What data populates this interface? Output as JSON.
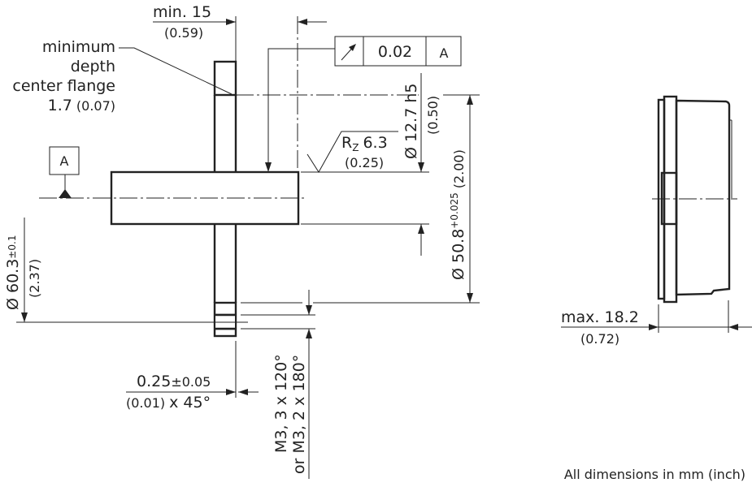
{
  "front_view": {
    "min_depth_dim": {
      "value": "min. 15",
      "inch": "(0.59)"
    },
    "flange_note": {
      "line1": "minimum",
      "line2": "depth",
      "line3": "center flange",
      "value": "1.7",
      "inch": "(0.07)"
    },
    "runout_frame": {
      "symbol": "circular-runout-icon",
      "tolerance": "0.02",
      "datum": "A"
    },
    "datum_label": "A",
    "roughness": {
      "label_r": "R",
      "label_sub": "Z",
      "value": "6.3",
      "inch": "(0.25)"
    },
    "shaft_dia": {
      "value": "Ø 12.7 h5",
      "inch": "(0.50)"
    },
    "spigot_dia": {
      "value": "Ø 50.8",
      "tol": "+0.025",
      "inch": "(2.00)"
    },
    "bolt_circle": {
      "value": "Ø 60.3",
      "tol": "±0.1",
      "inch": "(2.37)"
    },
    "chamfer": {
      "value": "0.25",
      "tol": "±0.05",
      "inch": "(0.01)",
      "angle": "x 45°"
    },
    "threads": {
      "line1": "M3, 3 x 120°",
      "line2": "or M3, 2 x 180°"
    }
  },
  "side_view": {
    "max_length": {
      "value": "max. 18.2",
      "inch": "(0.72)"
    }
  },
  "footer_note": "All dimensions in mm (inch)"
}
